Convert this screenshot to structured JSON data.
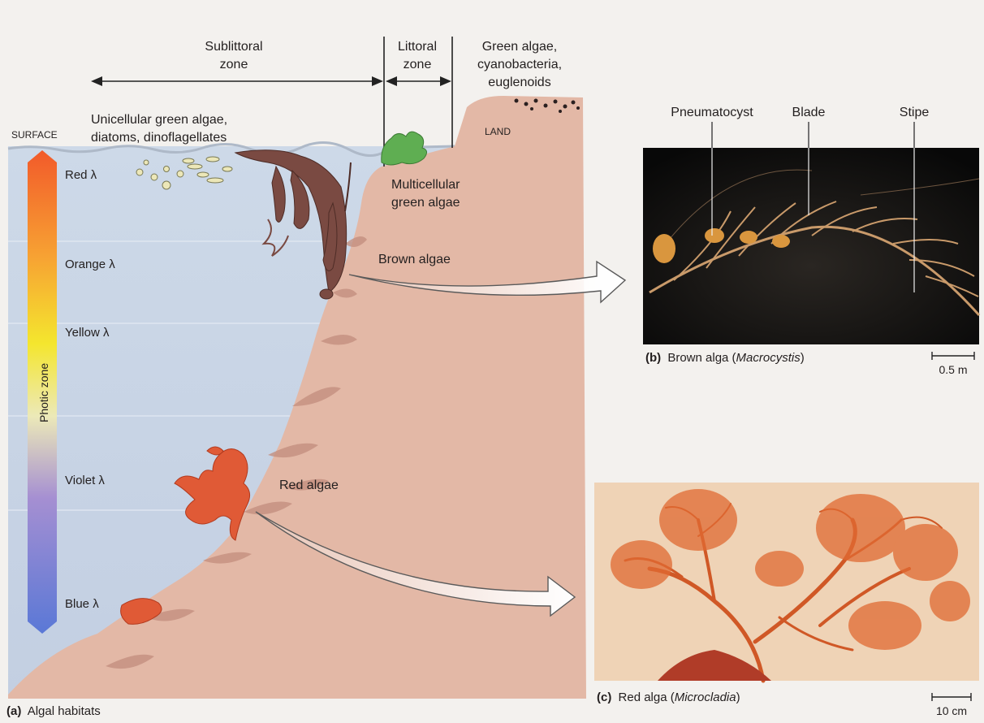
{
  "panel_a": {
    "caption_letter": "(a)",
    "caption_text": "Algal habitats",
    "zones": {
      "sublittoral_line1": "Sublittoral",
      "sublittoral_line2": "zone",
      "littoral_line1": "Littoral",
      "littoral_line2": "zone"
    },
    "shore_algae": [
      "Green algae,",
      "cyanobacteria,",
      "euglenoids"
    ],
    "land_label": "LAND",
    "surface_label": "SURFACE",
    "unicellular": [
      "Unicellular green algae,",
      "diatoms, dinoflagellates"
    ],
    "multicellular": [
      "Multicellular",
      "green algae"
    ],
    "brown_algae_label": "Brown algae",
    "red_algae_label": "Red algae",
    "photic_zone_label": "Photic zone",
    "wavelengths": [
      "Red λ",
      "Orange λ",
      "Yellow λ",
      "Violet λ",
      "Blue λ"
    ]
  },
  "panel_b": {
    "caption_letter": "(b)",
    "caption_text": "Brown alga (",
    "caption_italic": "Macrocystis",
    "caption_close": ")",
    "parts": [
      "Pneumatocyst",
      "Blade",
      "Stipe"
    ],
    "scale": "0.5 m"
  },
  "panel_c": {
    "caption_letter": "(c)",
    "caption_text": "Red alga (",
    "caption_italic": "Microcladia",
    "caption_close": ")",
    "scale": "10 cm"
  },
  "colors": {
    "water": "#c9d6e6",
    "land": "#e3b8a6",
    "brown_alga": "#7a4a42",
    "red_alga": "#e05a36",
    "green_alga": "#5fae52",
    "photo_b_bg": "#141414",
    "photo_c_bg": "#efd3b6"
  }
}
